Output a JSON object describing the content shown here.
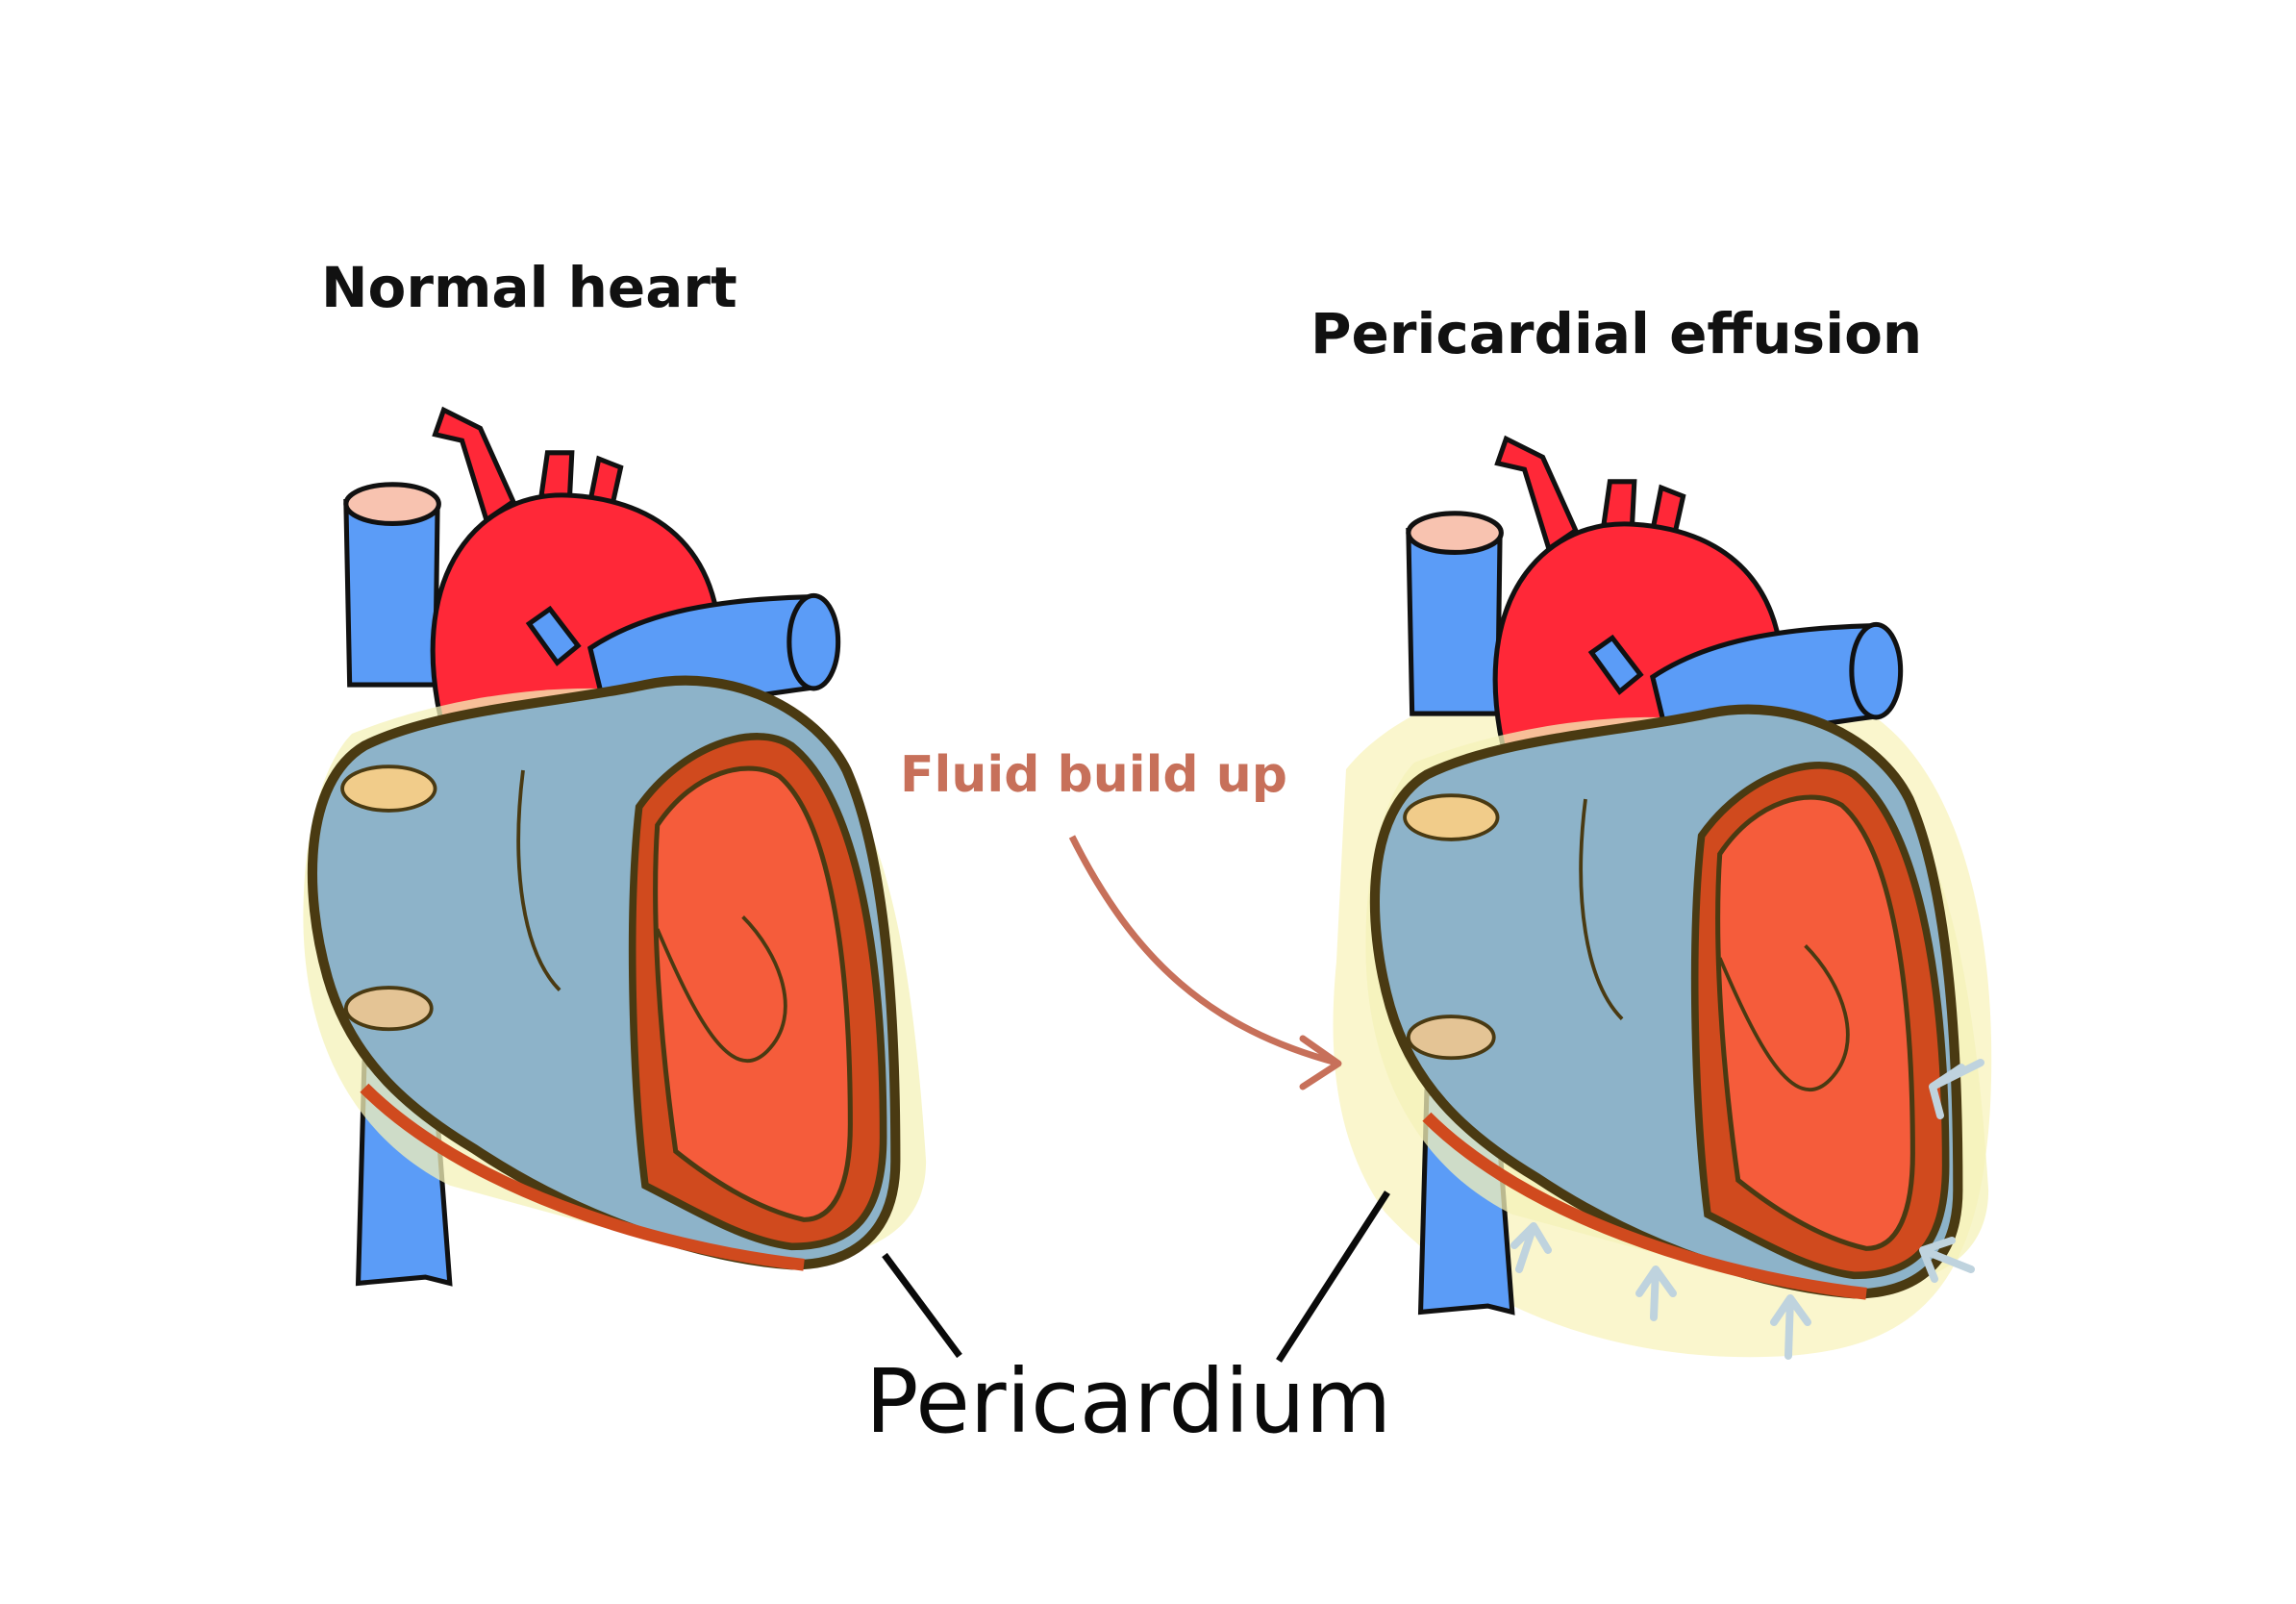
{
  "titles": {
    "normal": "Normal heart",
    "effusion": "Pericardial effusion"
  },
  "annotations": {
    "fluid": "Fluid build up",
    "pericardium": "Pericardium"
  },
  "colors": {
    "vein_blue": "#5b9cf7",
    "aorta_red": "#ff2838",
    "heart_body": "#8db3c9",
    "ventricle": "#f55c3b",
    "wall": "#d04a1e",
    "outline": "#4a3a12",
    "pericardium_glow": "#f4f1b8",
    "effusion_fluid": "#faf5c8",
    "fluid_label": "#c7705a",
    "pressure_arrows": "#bfd3de"
  }
}
